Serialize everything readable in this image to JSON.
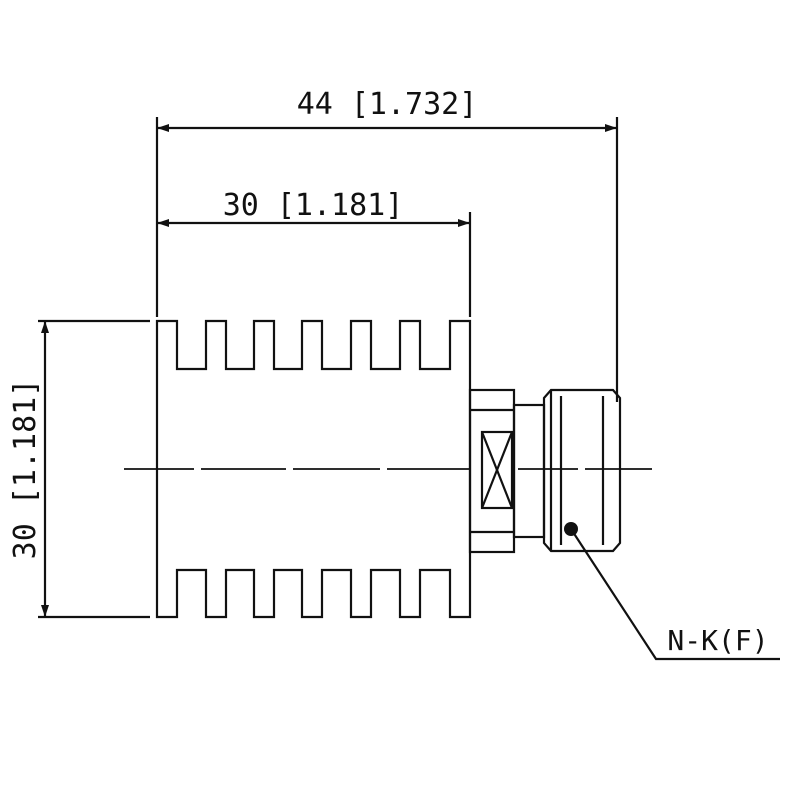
{
  "dimensions": {
    "overall_length": "44 [1.732]",
    "body_length": "30 [1.181]",
    "body_height": "30 [1.181]"
  },
  "connector": {
    "label": "N-K(F)"
  },
  "colors": {
    "line": "#111111",
    "background": "#ffffff"
  }
}
